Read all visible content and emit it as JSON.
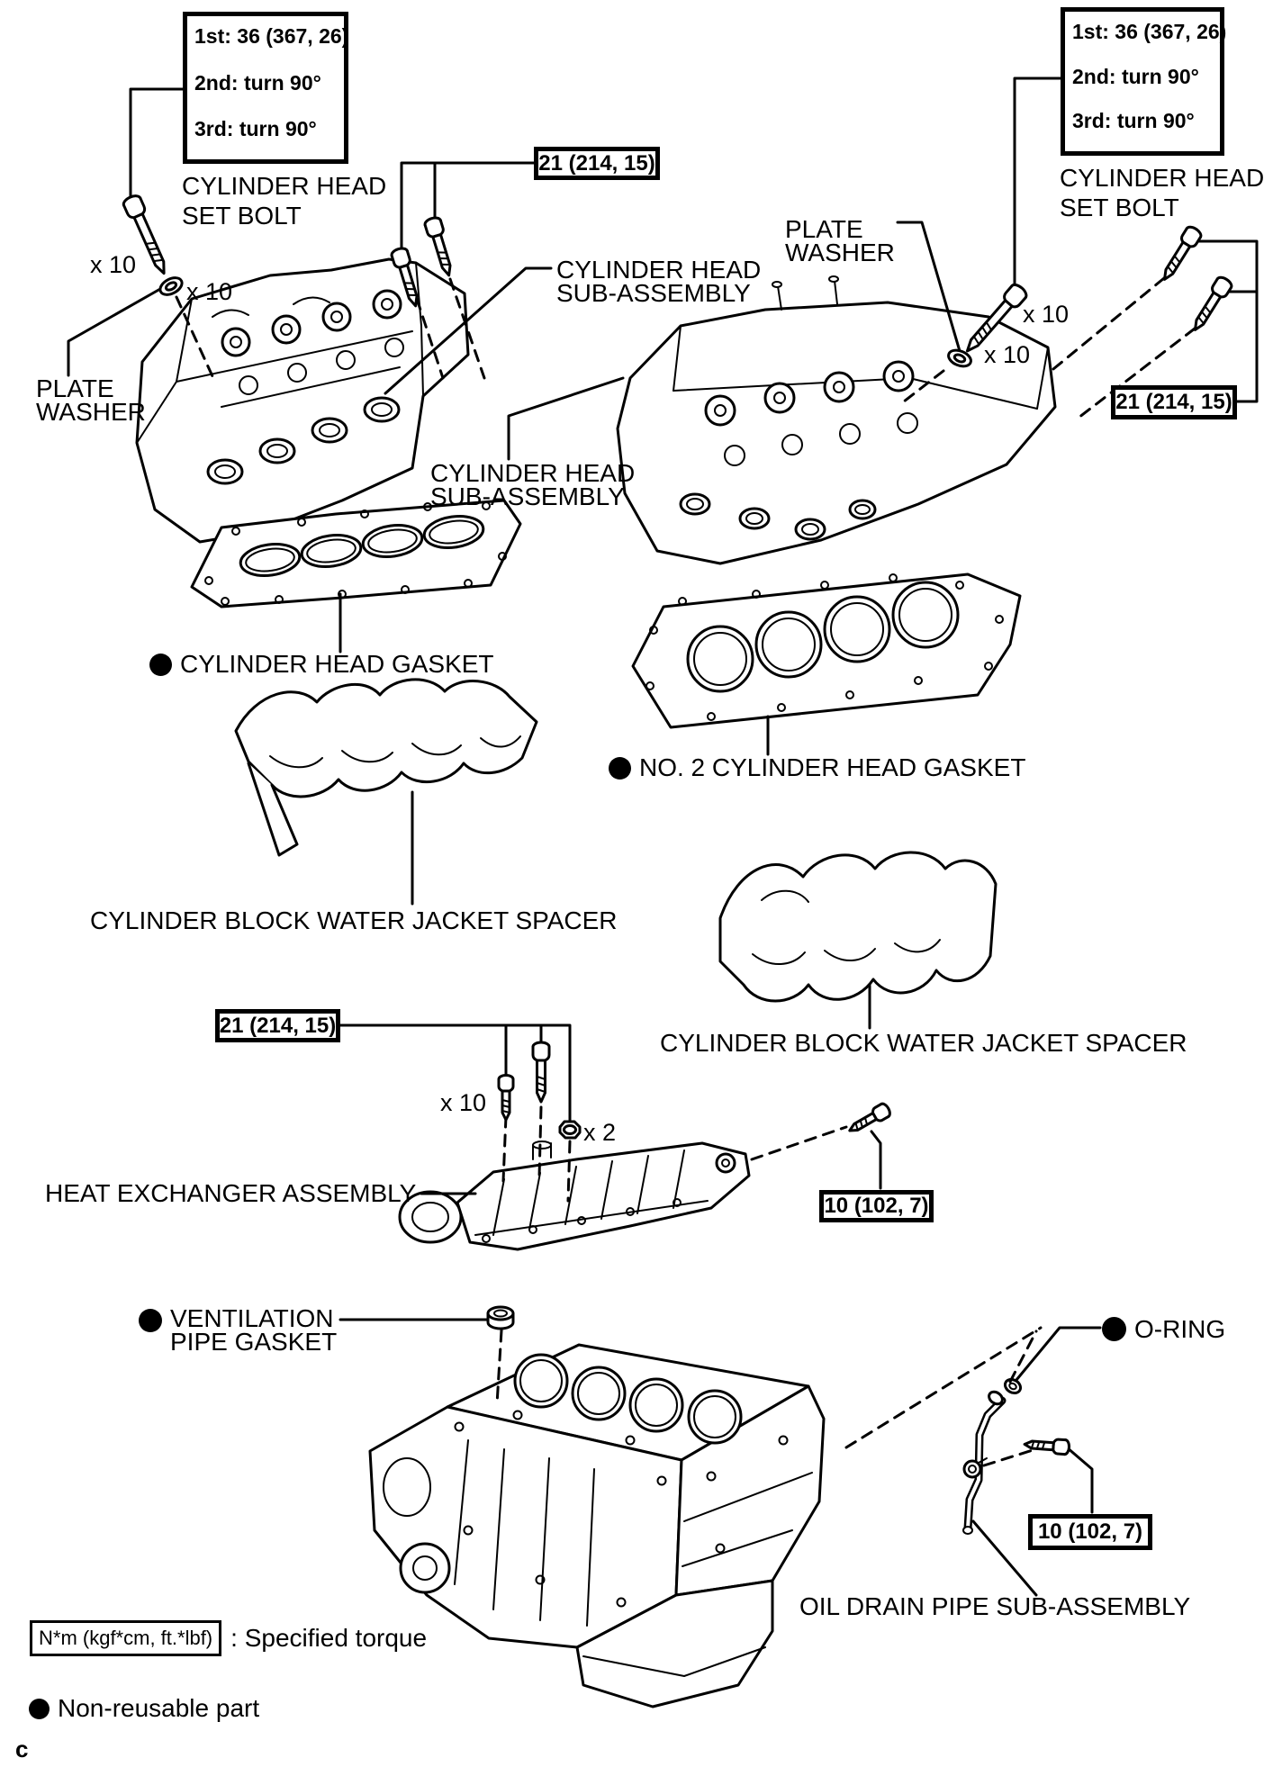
{
  "page": {
    "footer_mark": "c"
  },
  "colors": {
    "ink": "#000000",
    "paper": "#ffffff"
  },
  "torque_specs": {
    "cylinder_head_set_bolt_sequence": [
      "1st: 36 (367, 26)",
      "2nd: turn 90°",
      "3rd: turn 90°"
    ],
    "head_sub_bolt_torque": "21 (214, 15)",
    "small_bolt_torque": "10 (102, 7)"
  },
  "quantities": {
    "bolt_count": "x 10",
    "nut_count": "x 2"
  },
  "part_labels": {
    "cylinder_head_set_bolt_1": "CYLINDER HEAD",
    "cylinder_head_set_bolt_2": "SET BOLT",
    "plate_washer_1": "PLATE",
    "plate_washer_2": "WASHER",
    "cylinder_head_sub_assembly_1": "CYLINDER HEAD",
    "cylinder_head_sub_assembly_2": "SUB-ASSEMBLY",
    "cylinder_head_gasket": "CYLINDER HEAD GASKET",
    "no2_cylinder_head_gasket": "NO. 2 CYLINDER HEAD GASKET",
    "cylinder_block_water_jacket_spacer": "CYLINDER BLOCK WATER JACKET SPACER",
    "heat_exchanger_assembly": "HEAT EXCHANGER ASSEMBLY",
    "ventilation_pipe_gasket_1": "VENTILATION",
    "ventilation_pipe_gasket_2": "PIPE GASKET",
    "o_ring": "O-RING",
    "oil_drain_pipe_sub_assembly": "OIL DRAIN PIPE SUB-ASSEMBLY"
  },
  "legend": {
    "torque_unit_label": "N*m (kgf*cm, ft.*lbf)",
    "torque_meaning": ": Specified torque",
    "non_reusable_label": "Non-reusable part"
  }
}
